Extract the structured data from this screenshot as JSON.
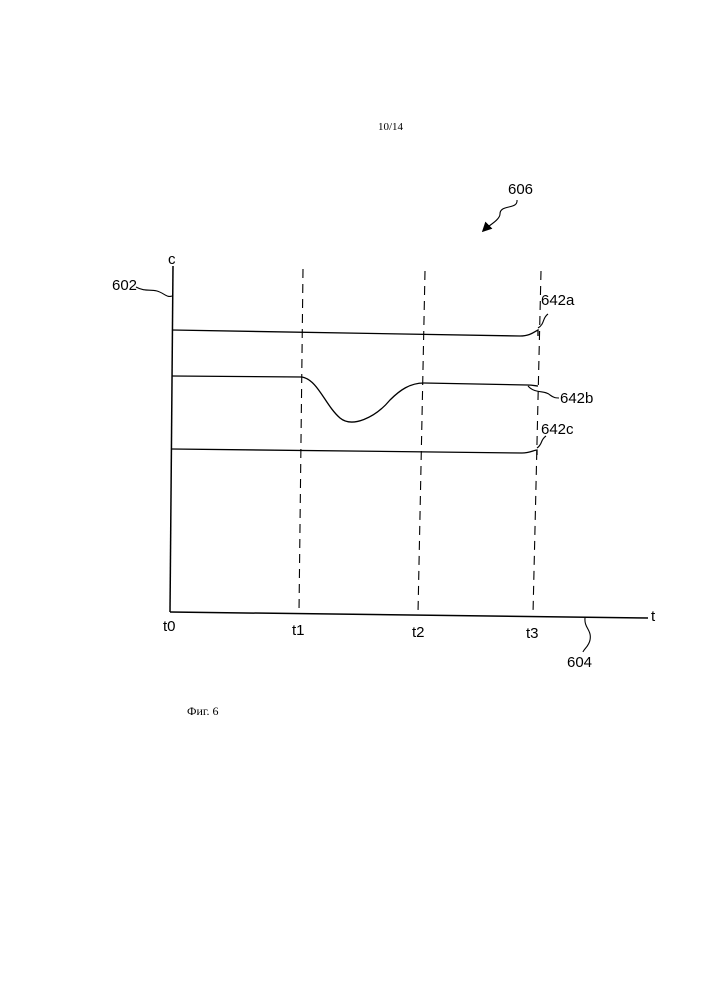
{
  "page": {
    "number": "10/14",
    "caption": "Фиг. 6"
  },
  "figure": {
    "ref": "606",
    "y_axis": {
      "label": "c",
      "ref": "602"
    },
    "x_axis": {
      "label": "t",
      "ref": "604"
    },
    "time_ticks": [
      "t0",
      "t1",
      "t2",
      "t3"
    ],
    "curves": [
      {
        "ref": "642a"
      },
      {
        "ref": "642b"
      },
      {
        "ref": "642c"
      }
    ]
  }
}
